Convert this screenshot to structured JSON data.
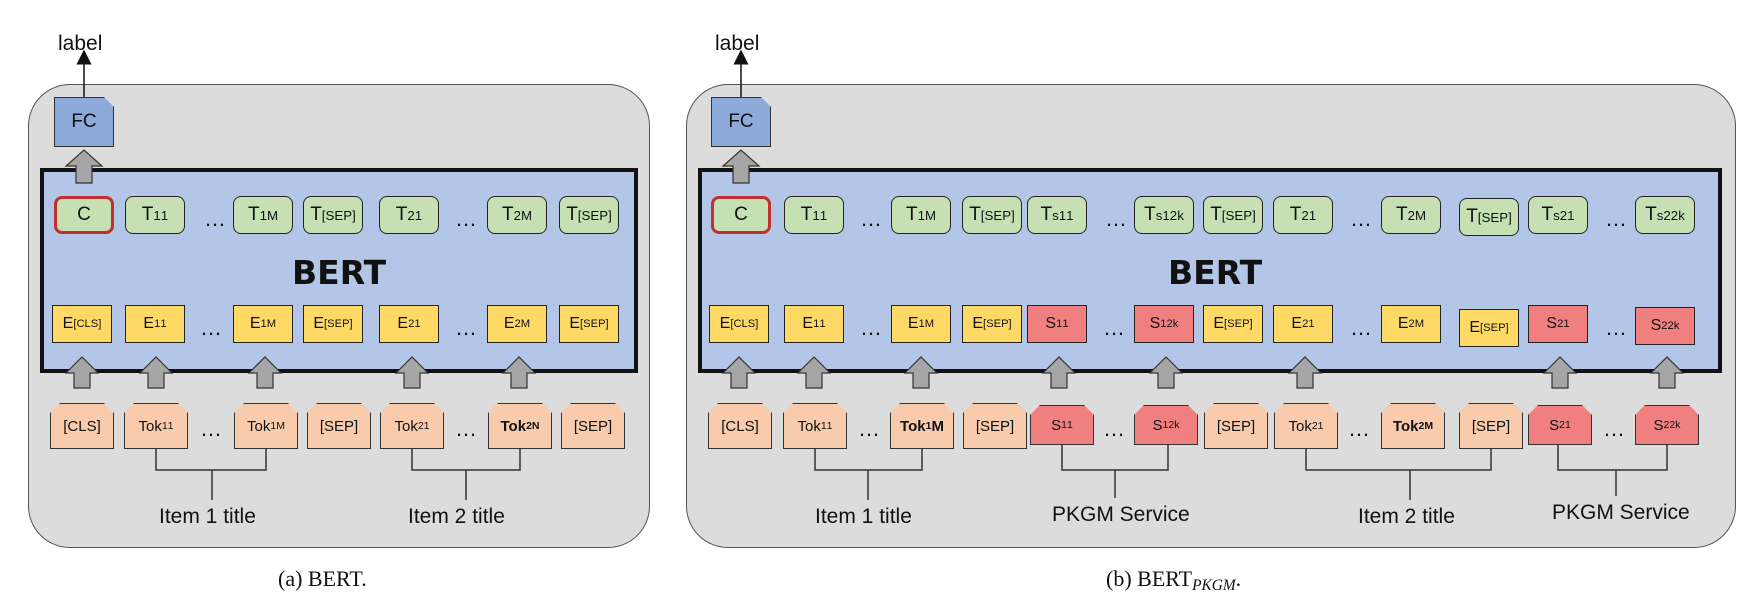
{
  "panel_a": {
    "output_label": "label",
    "fc": "FC",
    "bert": "BERT",
    "item1_title": "Item 1  title",
    "item2_title": "Item 2  title",
    "caption": "(a)  BERT."
  },
  "panel_b": {
    "output_label": "label",
    "fc": "FC",
    "bert": "BERT",
    "item1_title": "Item 1  title",
    "item2_title": "Item 2  title",
    "pkgm1": "PKGM Service",
    "pkgm2": "PKGM Service",
    "caption_main": "(b)  BERT",
    "caption_sub": "PKGM",
    "caption_end": "."
  },
  "tokens": {
    "c": "C",
    "t_sep": "T",
    "sep_sub": "[SEP]",
    "e": "E",
    "cls_sub": "[CLS]",
    "cls": "[CLS]",
    "sep": "[SEP]",
    "tok": "Tok",
    "t": "T",
    "s": "S",
    "ts": "T",
    "dots": "…",
    "sub_1": "1",
    "sub_m": "M",
    "sub_n": "N",
    "sub_2k": "2k",
    "sup_1": "1",
    "sup_2": "2",
    "sup_s1": "s1",
    "sup_s2": "s2",
    "tok_m": "M"
  }
}
